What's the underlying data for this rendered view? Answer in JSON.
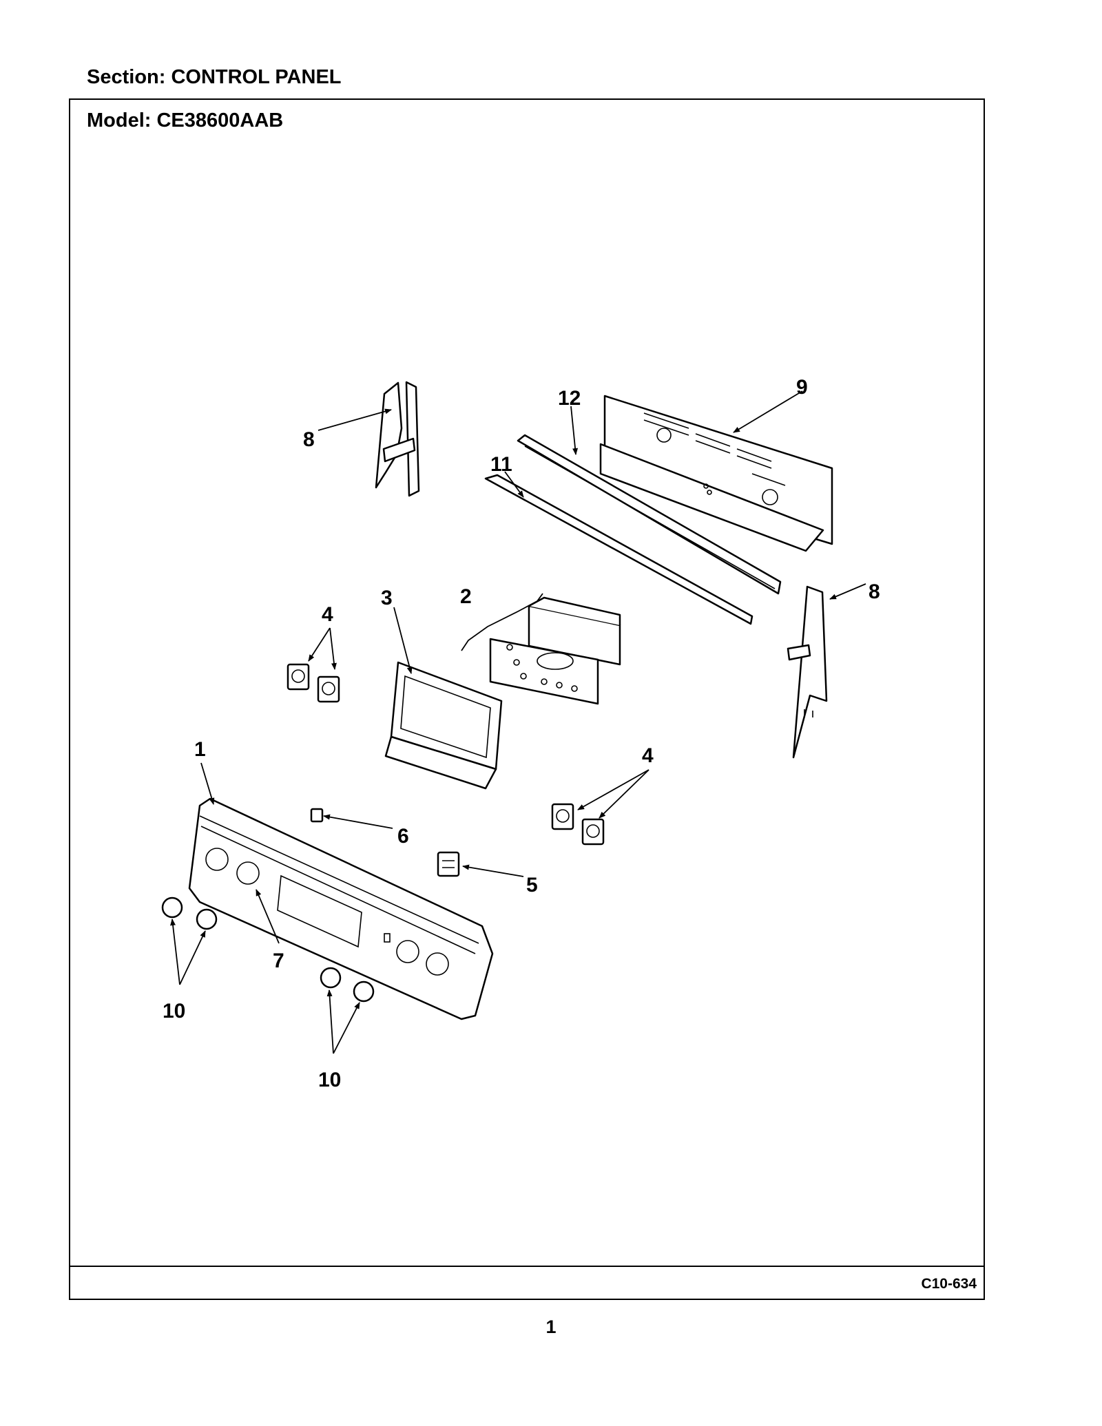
{
  "header": {
    "section": "Section:  CONTROL PANEL",
    "model": "Model:  CE38600AAB"
  },
  "footer": {
    "drawing_code": "C10-634",
    "page": "1"
  },
  "callouts": [
    {
      "id": "c1",
      "text": "1"
    },
    {
      "id": "c2",
      "text": "2"
    },
    {
      "id": "c3",
      "text": "3"
    },
    {
      "id": "c4a",
      "text": "4"
    },
    {
      "id": "c4b",
      "text": "4"
    },
    {
      "id": "c5",
      "text": "5"
    },
    {
      "id": "c6",
      "text": "6"
    },
    {
      "id": "c7",
      "text": "7"
    },
    {
      "id": "c8a",
      "text": "8"
    },
    {
      "id": "c8b",
      "text": "8"
    },
    {
      "id": "c9",
      "text": "9"
    },
    {
      "id": "c10a",
      "text": "10"
    },
    {
      "id": "c10b",
      "text": "10"
    },
    {
      "id": "c11",
      "text": "11"
    },
    {
      "id": "c12",
      "text": "12"
    }
  ]
}
